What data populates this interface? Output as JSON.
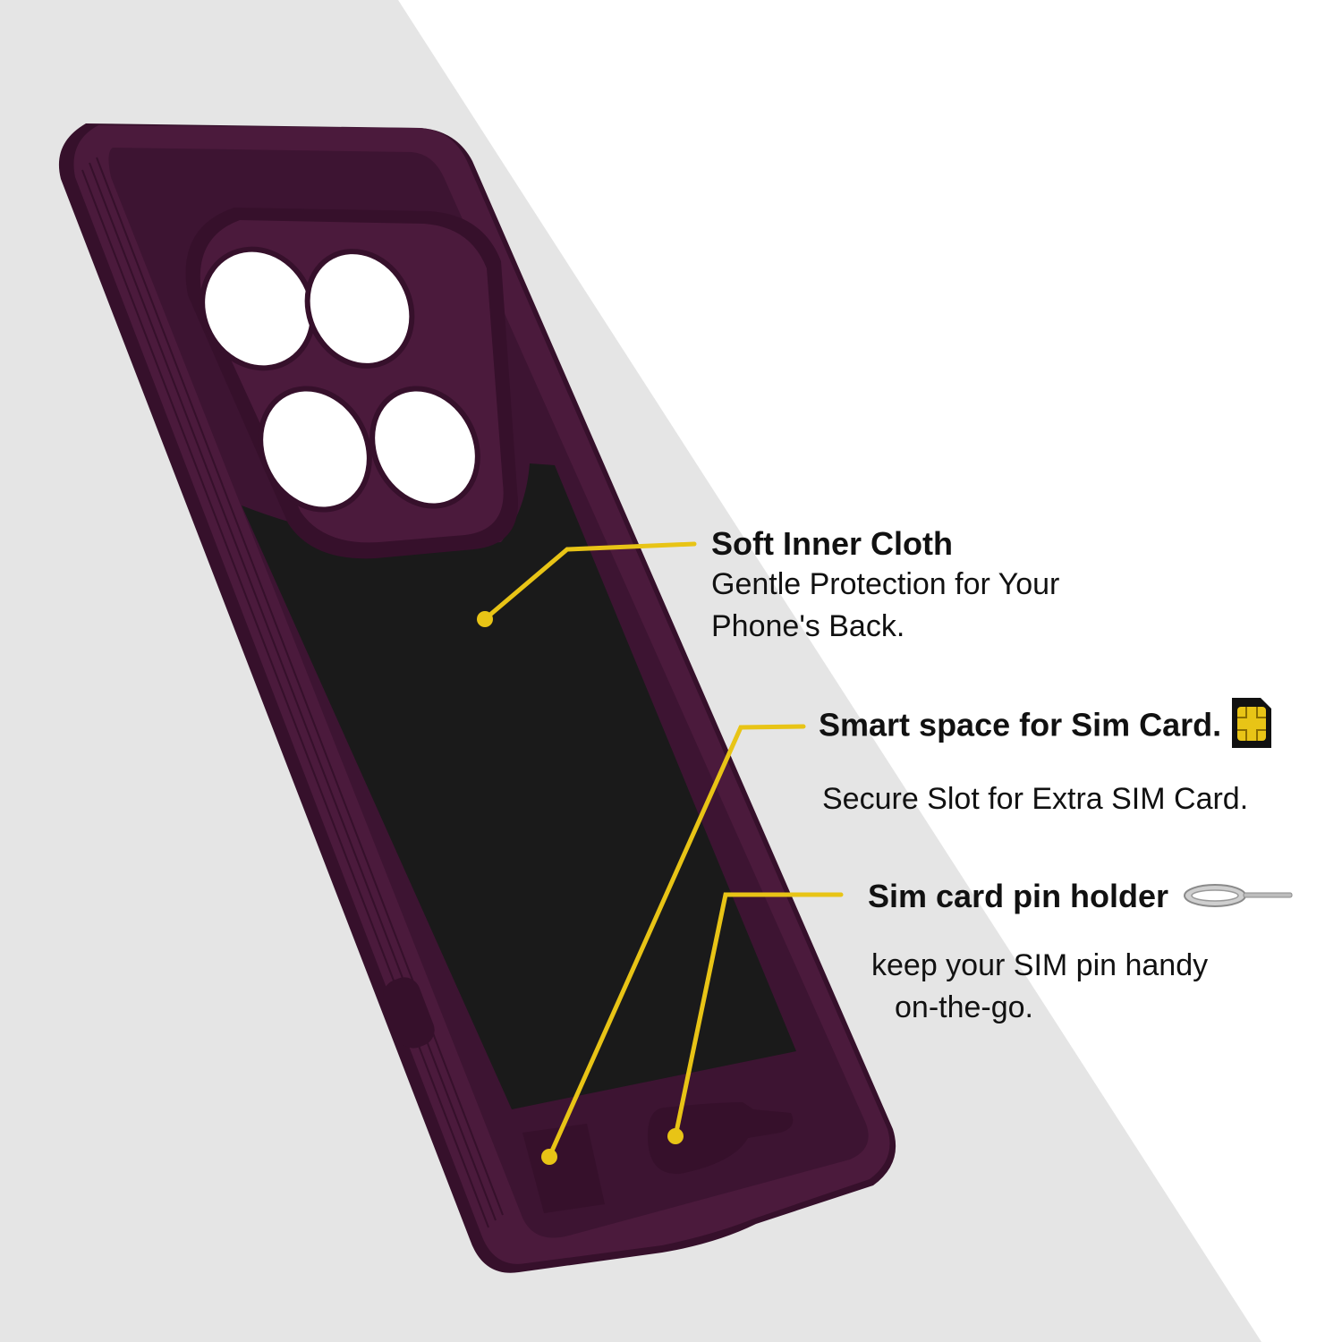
{
  "colors": {
    "backdrop_gray": "#e5e5e5",
    "case_purple": "#4b1a3c",
    "case_purple_dark": "#36102b",
    "cloth_black": "#1a1a1a",
    "callout_yellow": "#e8c416",
    "text": "#111111"
  },
  "features": [
    {
      "title": "Soft Inner Cloth",
      "description_lines": [
        "Gentle Protection for Your",
        "Phone's Back."
      ]
    },
    {
      "title": "Smart space for Sim Card.",
      "icon": "sim-card-icon",
      "description_lines": [
        "Secure Slot for Extra SIM Card."
      ]
    },
    {
      "title": "Sim card pin holder",
      "icon": "sim-eject-pin-icon",
      "description_lines": [
        "keep your SIM pin handy",
        "on-the-go."
      ]
    }
  ]
}
